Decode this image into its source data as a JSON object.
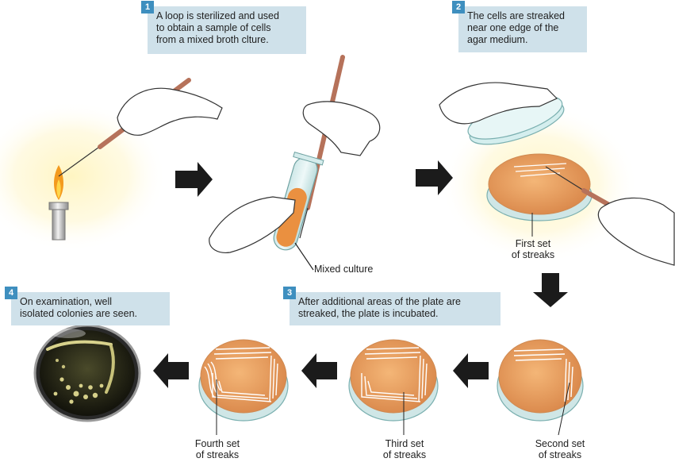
{
  "steps": [
    {
      "number": "1",
      "text": "A loop is sterilized and used\nto obtain a sample of cells\nfrom a mixed broth clture."
    },
    {
      "number": "2",
      "text": "The cells are streaked\nnear one edge of the\nagar medium."
    },
    {
      "number": "3",
      "text": "After additional areas of the plate are\nstreaked, the plate is incubated."
    },
    {
      "number": "4",
      "text": "On examination, well\nisolated colonies are seen."
    }
  ],
  "labels": {
    "mixed_culture": "Mixed culture",
    "first_set": "First set\nof streaks",
    "second_set": "Second set\nof streaks",
    "third_set": "Third set\nof streaks",
    "fourth_set": "Fourth set\nof streaks"
  },
  "colors": {
    "callout_bg": "#cfe1ea",
    "badge": "#3e8fbf",
    "agar": "#e9a15f",
    "loop_handle": "#b6725a",
    "arrow": "#1b1b1b",
    "glow": "#fff2b3",
    "streak": "#ffffff"
  }
}
